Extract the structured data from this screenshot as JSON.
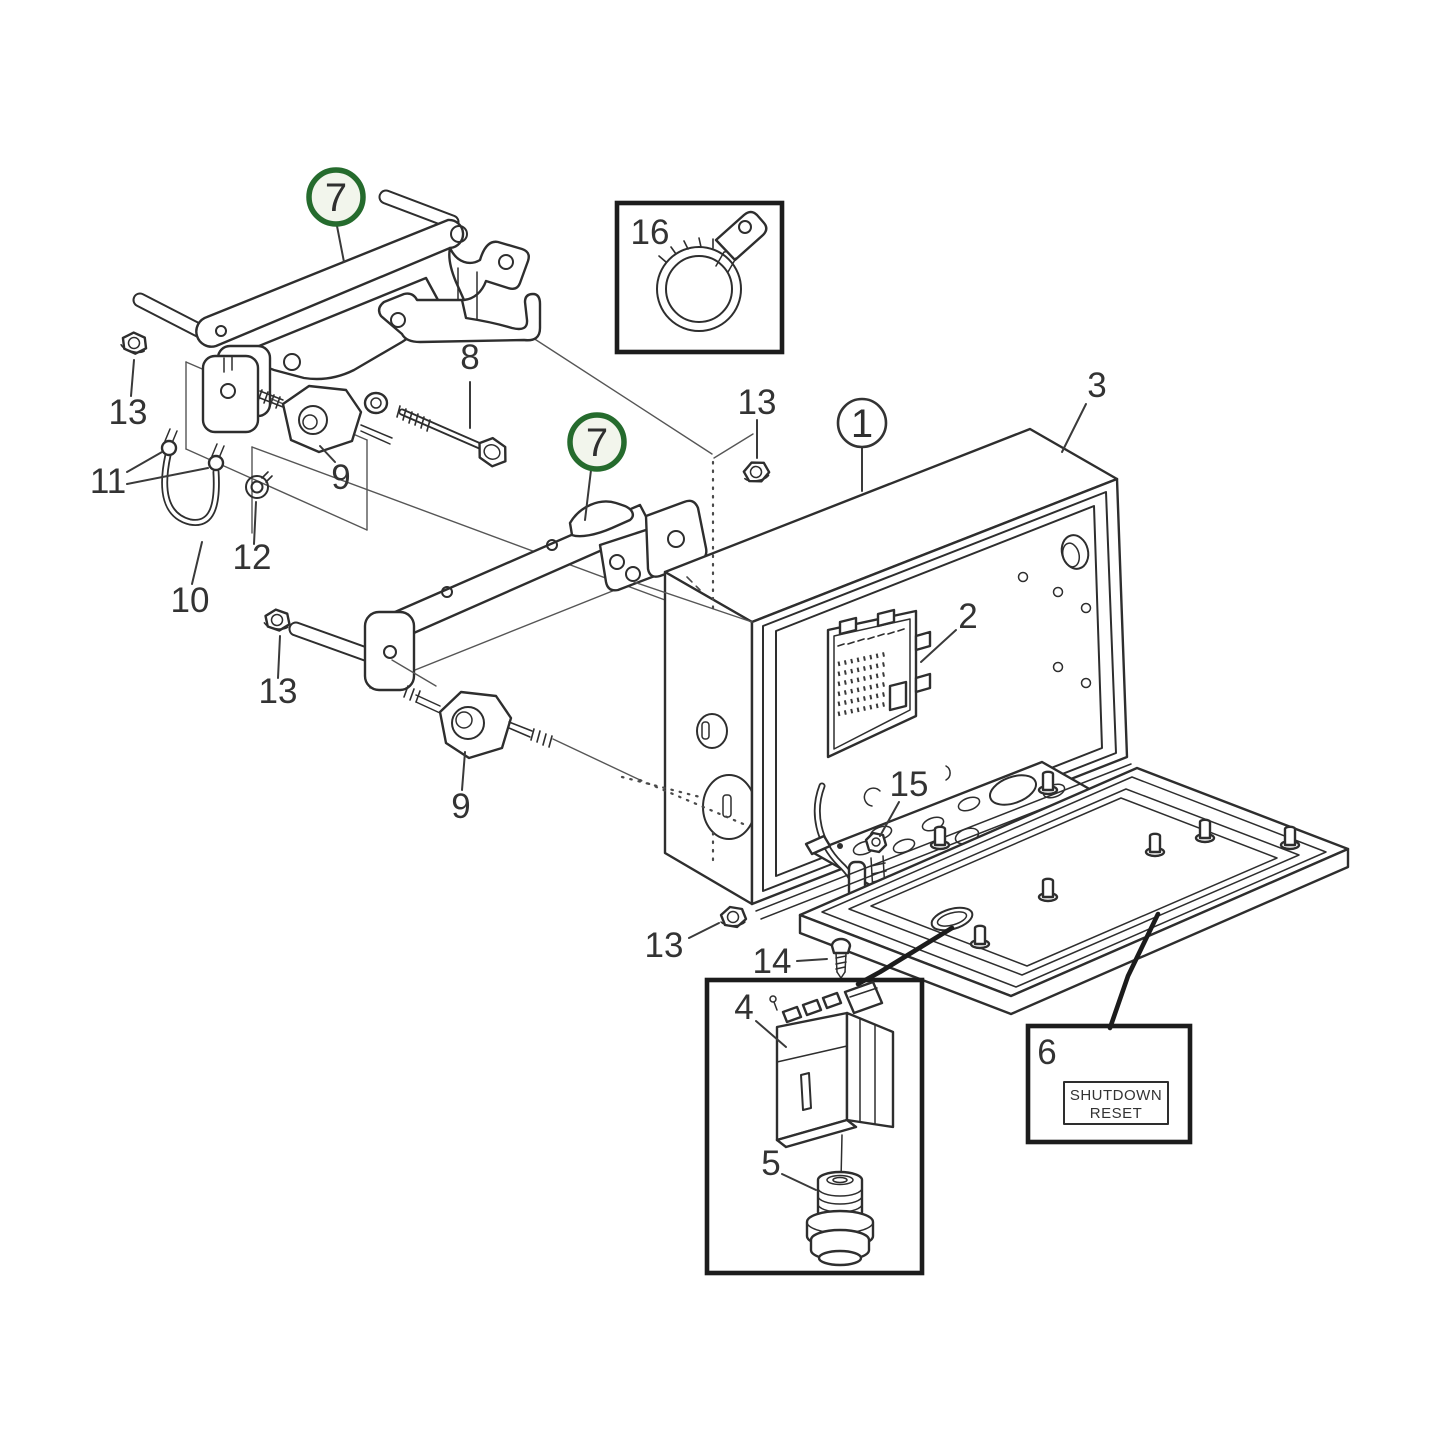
{
  "diagram": {
    "type": "exploded-parts-diagram",
    "callouts": {
      "c1": "1",
      "c2": "2",
      "c3": "3",
      "c4": "4",
      "c5": "5",
      "c6": "6",
      "c7a": "7",
      "c7b": "7",
      "c8": "8",
      "c9a": "9",
      "c9b": "9",
      "c10": "10",
      "c11": "11",
      "c12": "12",
      "c13a": "13",
      "c13b": "13",
      "c13c": "13",
      "c13d": "13",
      "c14": "14",
      "c15": "15",
      "c16": "16"
    },
    "labels": {
      "shutdown_line1": "SHUTDOWN",
      "shutdown_line2": "RESET"
    },
    "colors": {
      "line": "#2e2e2e",
      "callout_highlight": "#256b2d",
      "callout_highlight_fill": "#f2f5ec",
      "callout_plain": "#333333",
      "muted_label": "#9b9b9b",
      "background": "#ffffff"
    }
  }
}
